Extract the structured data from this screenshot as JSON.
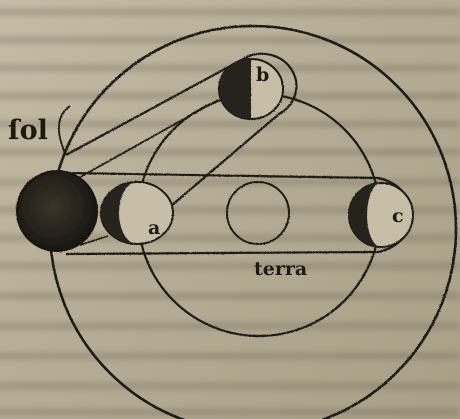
{
  "figure": {
    "labels": {
      "sun": "ſol",
      "earth": "terra",
      "moon_a": "a",
      "moon_b": "b",
      "moon_c": "c"
    },
    "colors": {
      "paper": "#bdb59e",
      "ink": "#1d1a14",
      "shadow": "#26221b"
    }
  }
}
